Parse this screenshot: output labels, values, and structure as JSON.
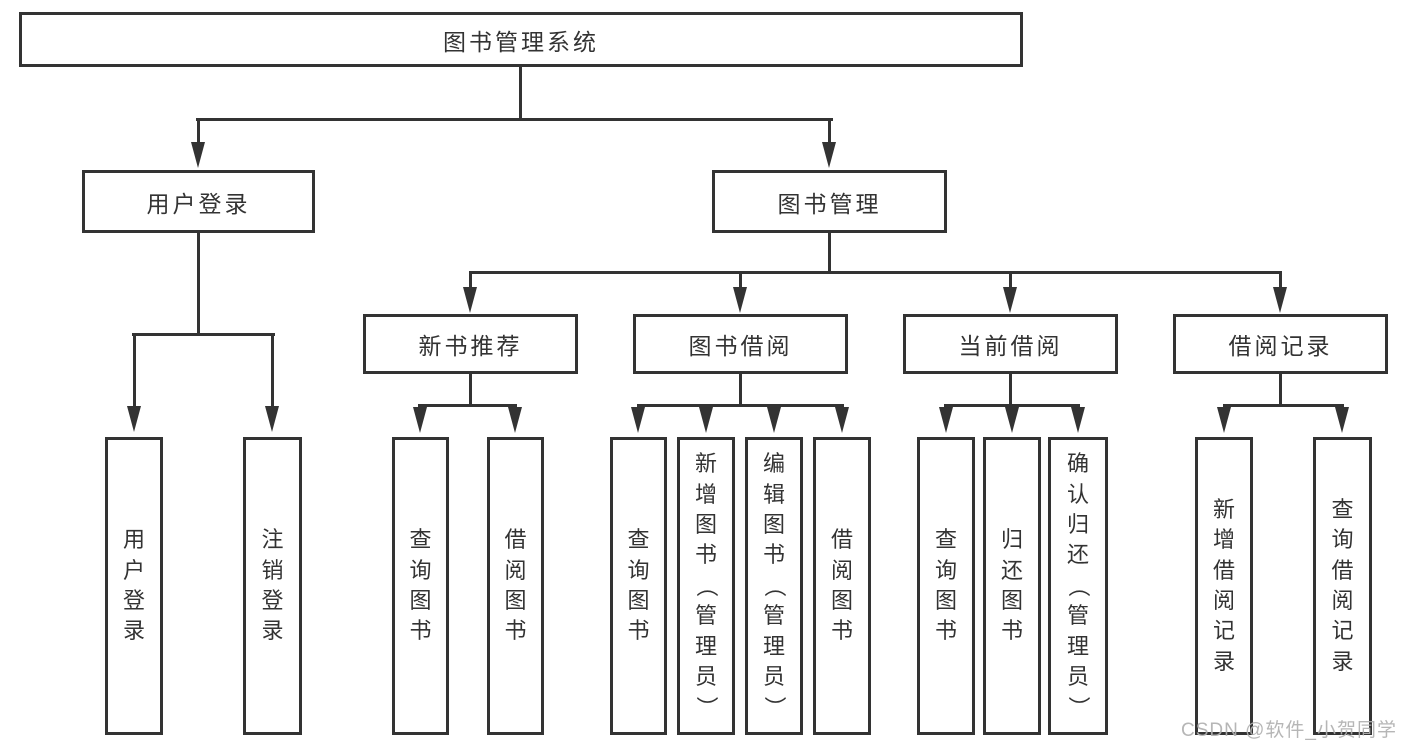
{
  "colors": {
    "line": "#333333",
    "box_border": "#333333",
    "text": "#333333",
    "background": "#ffffff",
    "watermark": "#b0b0b0"
  },
  "tree": {
    "root": {
      "label": "图书管理系统"
    },
    "level2": [
      {
        "id": "user-login",
        "label": "用户登录"
      },
      {
        "id": "book-management",
        "label": "图书管理"
      }
    ],
    "level3": [
      {
        "id": "new-book-recommend",
        "label": "新书推荐",
        "parent": "book-management"
      },
      {
        "id": "book-borrow",
        "label": "图书借阅",
        "parent": "book-management"
      },
      {
        "id": "current-borrow",
        "label": "当前借阅",
        "parent": "book-management"
      },
      {
        "id": "borrow-records",
        "label": "借阅记录",
        "parent": "book-management"
      }
    ],
    "leaves": {
      "user_login": [
        {
          "label": "用户登录"
        },
        {
          "label": "注销登录"
        }
      ],
      "new_book_recommend": [
        {
          "label": "查询图书"
        },
        {
          "label": "借阅图书"
        }
      ],
      "book_borrow": [
        {
          "label": "查询图书"
        },
        {
          "label": "新增图书（管理员）"
        },
        {
          "label": "编辑图书（管理员）"
        },
        {
          "label": "借阅图书"
        }
      ],
      "current_borrow": [
        {
          "label": "查询图书"
        },
        {
          "label": "归还图书"
        },
        {
          "label": "确认归还（管理员）"
        }
      ],
      "borrow_records": [
        {
          "label": "新增借阅记录"
        },
        {
          "label": "查询借阅记录"
        }
      ]
    }
  },
  "watermark": "CSDN @软件_小贺同学"
}
